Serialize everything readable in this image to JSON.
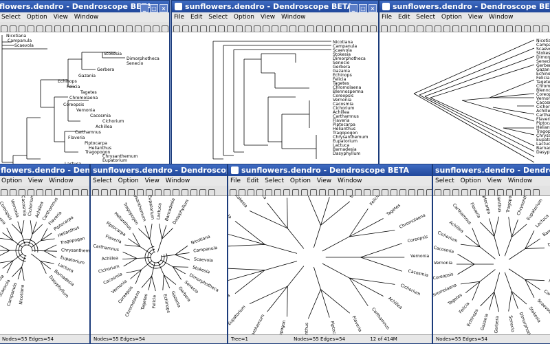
{
  "app": {
    "window_title": "sunflowers.dendro - Dendroscope BETA",
    "window_title_cut_left": "flowers.dendro - Dendroscope BETA",
    "window_title_cut_small": "sunflowers.dendro - Dendroscope BETA"
  },
  "menu": {
    "file": "File",
    "edit": "Edit",
    "select": "Select",
    "option": "Option",
    "view": "View",
    "window": "Window"
  },
  "status": {
    "nodes_edges": "Nodes=55 Edges=54",
    "tree": "Tree=1",
    "memory": "12 of 414M"
  },
  "taxa": [
    "Nicotiana",
    "Campanula",
    "Scaevola",
    "Stokesia",
    "Dimorphotheca",
    "Senecio",
    "Gerbera",
    "Gazania",
    "Echinops",
    "Felicia",
    "Tagetes",
    "Chromolaena",
    "Coreopsis",
    "Vernonia",
    "Cacosmia",
    "Cichorium",
    "Achillea",
    "Carthamnus",
    "Flaveria",
    "Piptocarpa",
    "Helianthus",
    "Tragopogon",
    "Chrysanthemum",
    "Eupatorium",
    "Lactuca",
    "Barnadesia",
    "Dasyphyllum",
    "Blennosperma"
  ],
  "taxa_w3": [
    "Nicotiana",
    "Campanula",
    "Scaevola",
    "Stokesia",
    "Dimorphotheca",
    "Senecio",
    "Gerbera",
    "Gazania",
    "Echinops",
    "Felicia",
    "Tagetes",
    "Chromolaena",
    "Blennosperma",
    "Coreopsis",
    "Vernonia",
    "Cacosmia",
    "Cichorium",
    "Achillea",
    "Carthamnus",
    "Flaveria",
    "Piptocarpa",
    "Helianthus",
    "Chrysanthemum",
    "Eupatorium",
    "Lactuca",
    "Barnadesia",
    "Dasyphyllum"
  ]
}
